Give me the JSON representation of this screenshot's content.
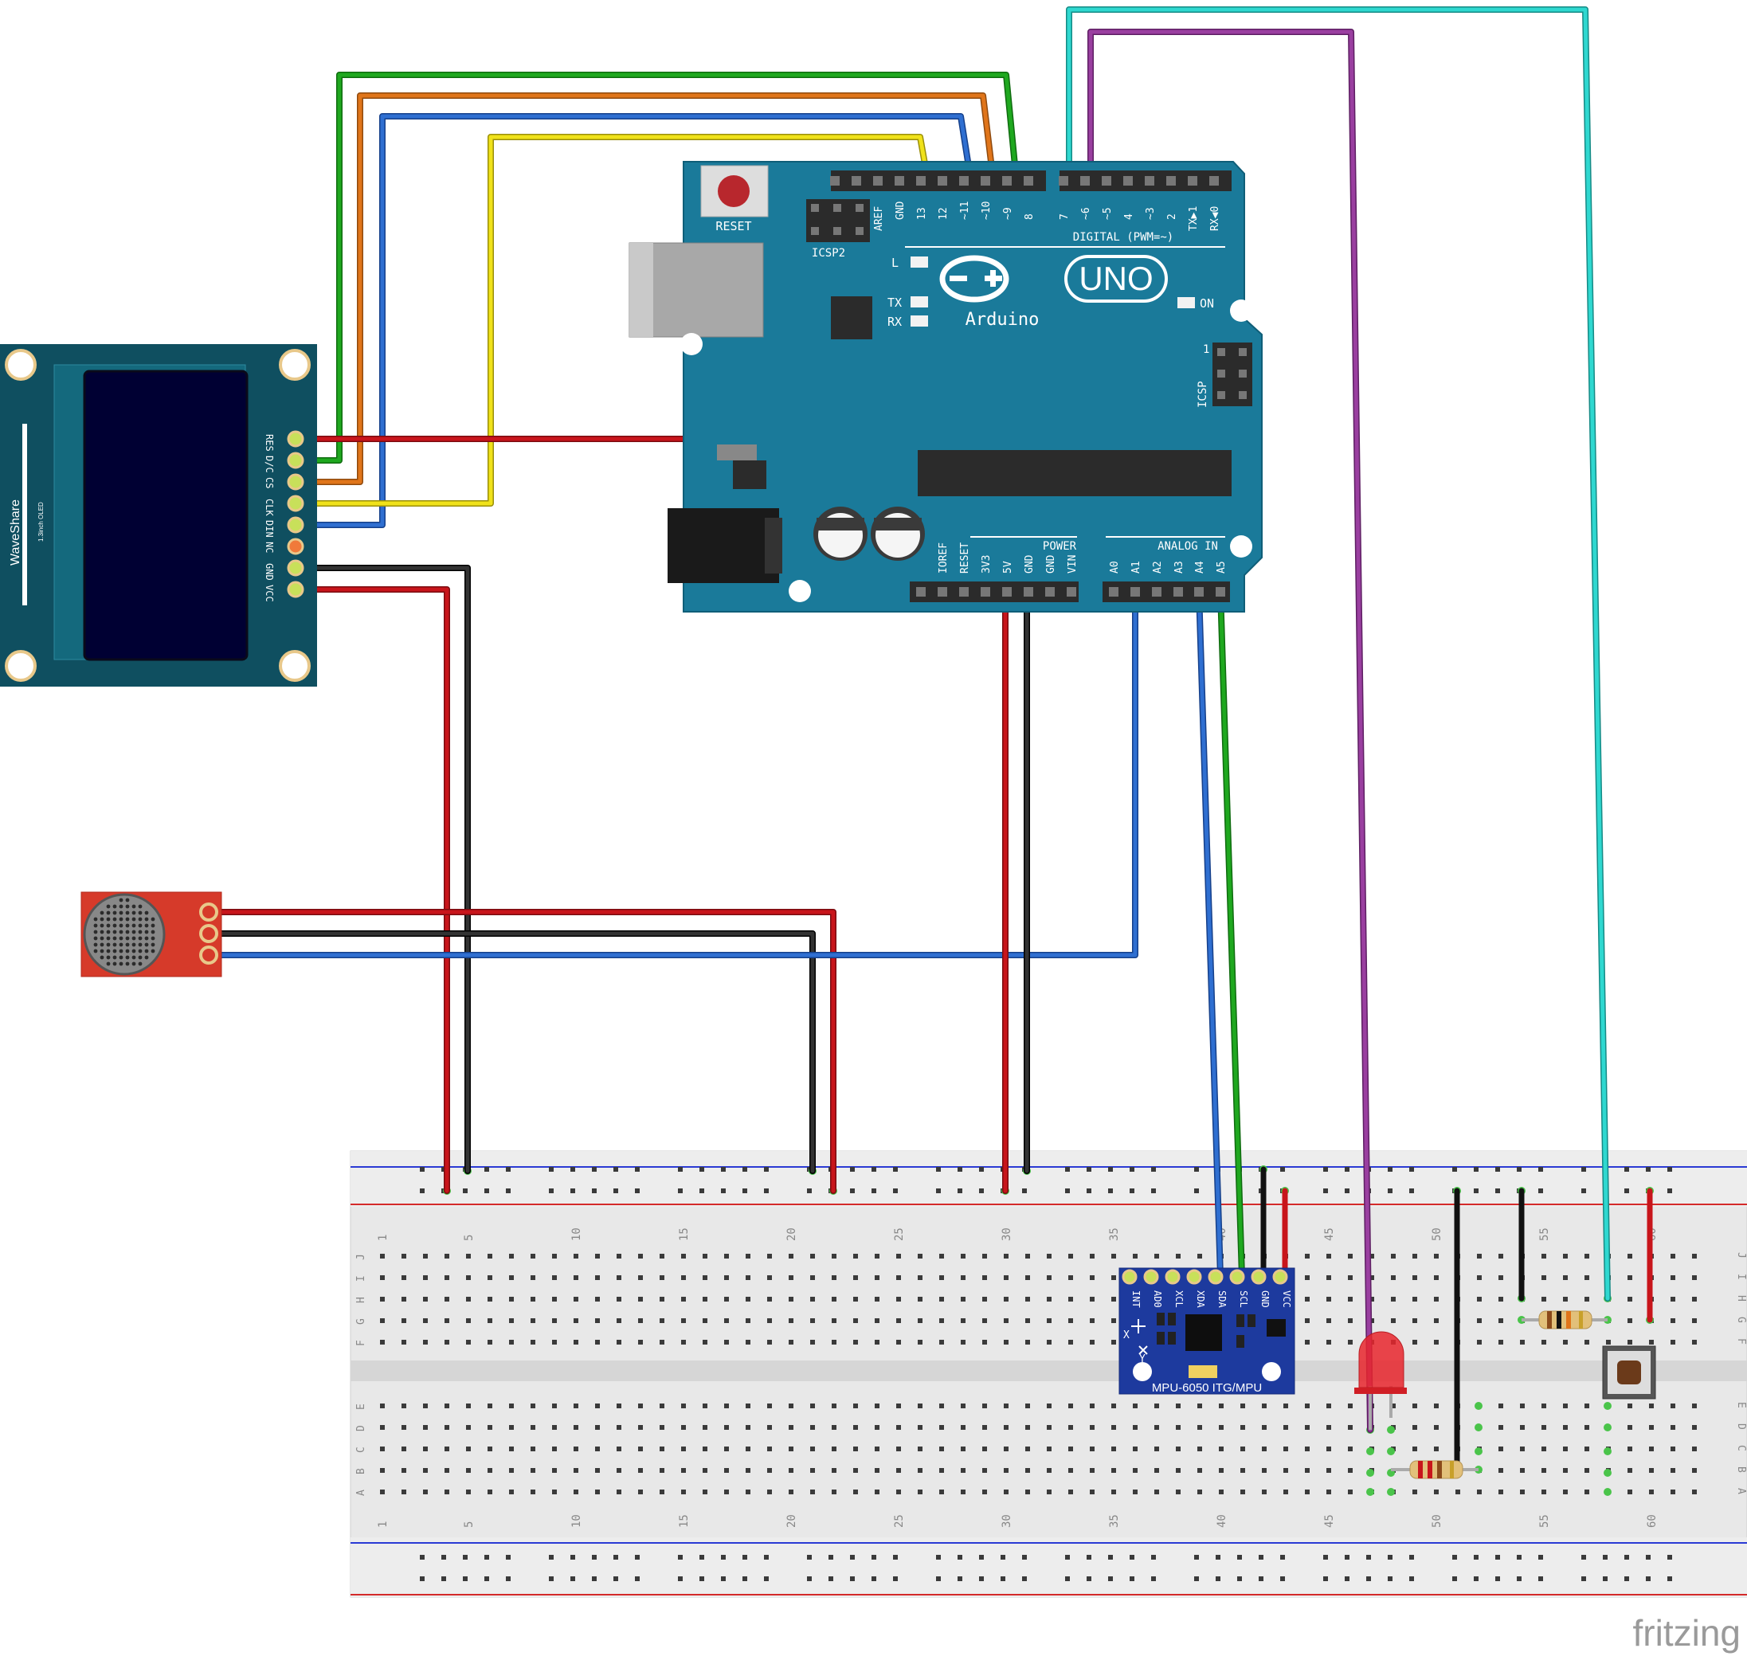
{
  "footer": {
    "brand": "fritzing"
  },
  "arduino": {
    "reset_label": "RESET",
    "icsp2_label": "ICSP2",
    "icsp_label": "ICSP",
    "icsp_pin1": "1",
    "digital_label": "DIGITAL (PWM=~)",
    "digital_pins": [
      "AREF",
      "GND",
      "13",
      "12",
      "~11",
      "~10",
      "~9",
      "8",
      "7",
      "~6",
      "~5",
      "4",
      "~3",
      "2",
      "TX▶1",
      "RX◀0"
    ],
    "power_label": "POWER",
    "power_pins": [
      "IOREF",
      "RESET",
      "3V3",
      "5V",
      "GND",
      "GND",
      "VIN"
    ],
    "analog_label": "ANALOG IN",
    "analog_pins": [
      "A0",
      "A1",
      "A2",
      "A3",
      "A4",
      "A5"
    ],
    "led_l": "L",
    "led_tx": "TX",
    "led_rx": "RX",
    "led_on": "ON",
    "logo_uno": "UNO",
    "logo_brand": "Arduino",
    "colors": {
      "board": "#1a7a9a",
      "header": "#2b2b2b"
    }
  },
  "oled": {
    "brand": "WaveShare",
    "model": "1.3inch OLED",
    "pins": [
      "RES",
      "D/C",
      "CS",
      "CLK",
      "DIN",
      "NC",
      "GND",
      "VCC"
    ],
    "colors": {
      "pcb": "#0f4f60",
      "screen": "#000033"
    }
  },
  "microphone": {
    "colors": {
      "pcb": "#d63a2a"
    }
  },
  "mpu6050": {
    "pins": [
      "INT",
      "AD0",
      "XCL",
      "XDA",
      "SDA",
      "SCL",
      "GND",
      "VCC"
    ],
    "label": "MPU-6050 ITG/MPU",
    "axis_x": "X",
    "axis_y": "Y",
    "colors": {
      "pcb": "#1d3a9e"
    }
  },
  "breadboard": {
    "column_numbers_top": [
      "1",
      "5",
      "10",
      "15",
      "20",
      "25",
      "30",
      "35",
      "40",
      "45",
      "50",
      "55",
      "60"
    ],
    "column_numbers_bottom": [
      "1",
      "5",
      "10",
      "15",
      "20",
      "25",
      "30",
      "35",
      "40",
      "45",
      "50",
      "55",
      "60"
    ],
    "row_letters_top": [
      "J",
      "I",
      "H",
      "G",
      "F"
    ],
    "row_letters_bottom": [
      "E",
      "D",
      "C",
      "B",
      "A"
    ],
    "colors": {
      "body": "#e8e8e8",
      "rail_red": "#d42a2a",
      "rail_blue": "#2a3ad4",
      "hole": "#3a3a3a",
      "active": "#4ac44a"
    }
  },
  "wire_colors": {
    "green": "#1fa81f",
    "orange": "#e0751a",
    "blue": "#2f6fd1",
    "yellow": "#f0e21a",
    "red": "#c8151b",
    "black": "#222222",
    "purple": "#9a3fa0",
    "cyan": "#2fd8d0"
  }
}
